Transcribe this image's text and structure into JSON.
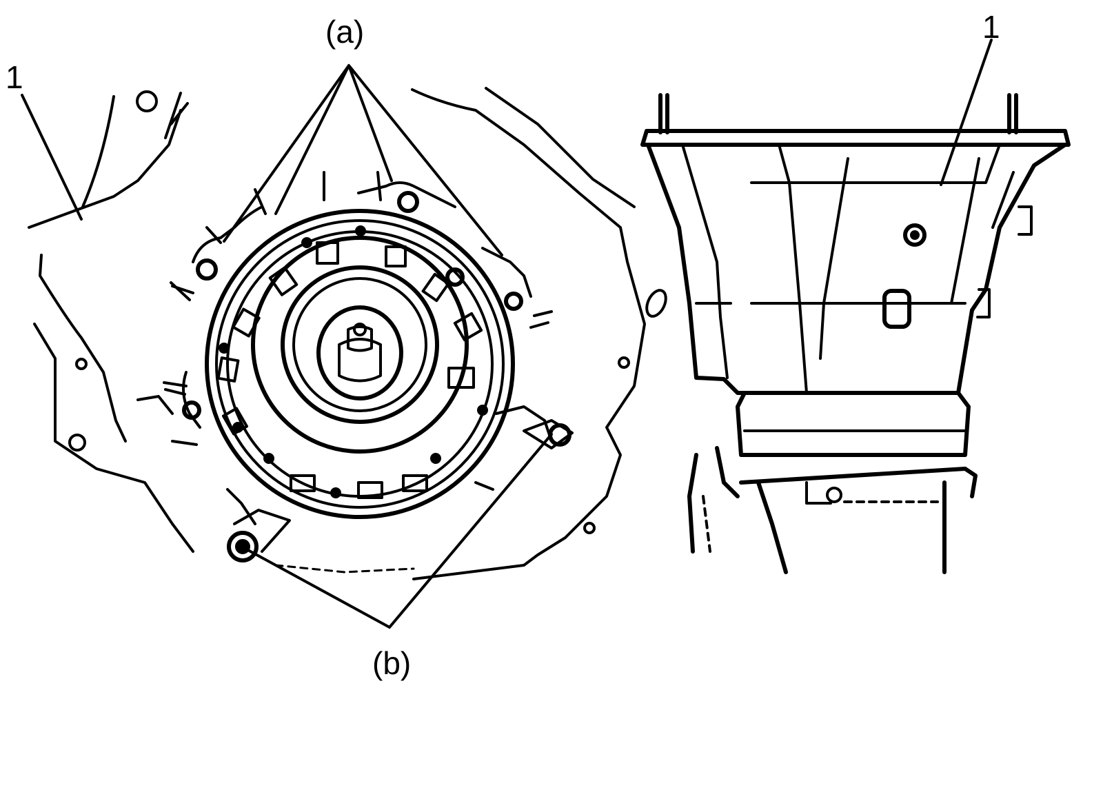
{
  "labels": {
    "part_left": "1",
    "part_right": "1",
    "callout_a": "(a)",
    "callout_b": "(b)"
  },
  "colors": {
    "line": "#000000",
    "background": "#ffffff"
  }
}
